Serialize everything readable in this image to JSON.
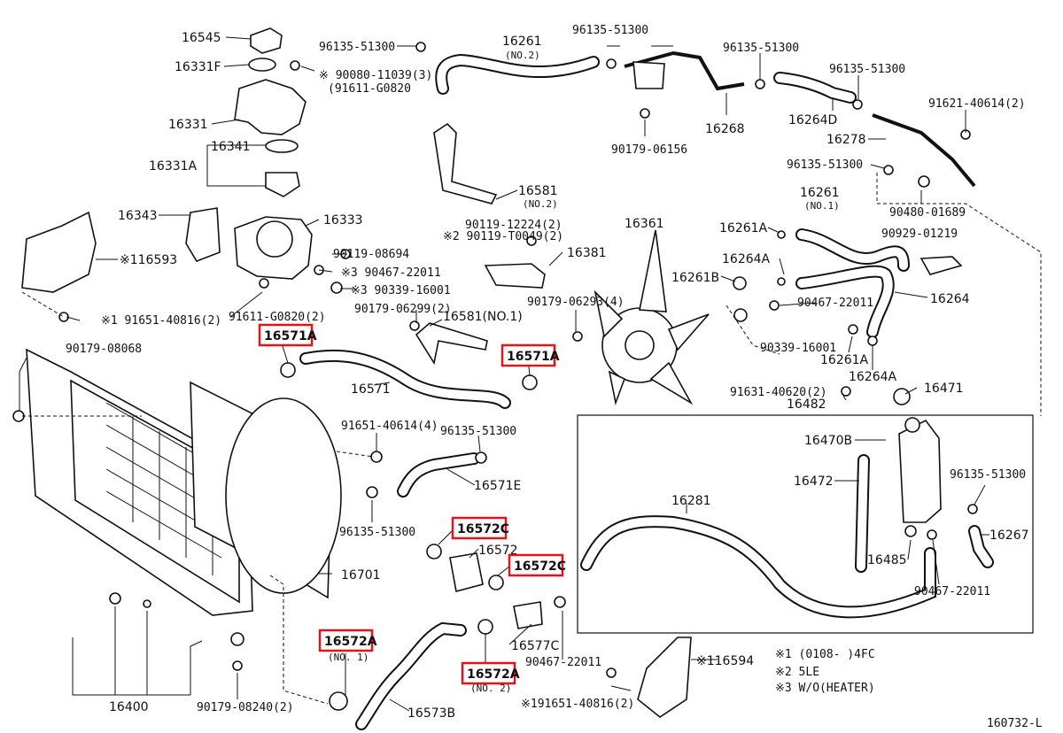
{
  "diagram_id": "160732-L",
  "labels": {
    "p16545": "16545",
    "p16331F": "16331F",
    "p16331": "16331",
    "p16331A": "16331A",
    "p16341": "16341",
    "p16343": "16343",
    "p116593": "※116593",
    "p16333": "16333",
    "p16400": "16400",
    "p16701": "16701",
    "p16571": "16571",
    "p16571E": "16571E",
    "p16573B": "16573B",
    "p16572": "16572",
    "p16577C": "16577C",
    "p16261_top": "16261",
    "p16261_top_no": "(NO.2)",
    "p16268": "16268",
    "p16264D": "16264D",
    "p16278": "16278",
    "p16581_no2": "16581",
    "p16581_no2_no": "(NO.2)",
    "p16381": "16381",
    "p16581_no1": "16581(NO.1)",
    "p16361": "16361",
    "p16261": "16261",
    "p16261_no1": "(NO.1)",
    "p16261A_top": "16261A",
    "p16264A_top": "16264A",
    "p16261B": "16261B",
    "p16264": "16264",
    "p16261A_bot": "16261A",
    "p16264A_bot": "16264A",
    "p16471": "16471",
    "p16482": "16482",
    "p16470B": "16470B",
    "p16472": "16472",
    "p16281": "16281",
    "p16485": "16485",
    "p16267": "16267",
    "p16594": "※116594",
    "b16571A_1": "16571A",
    "b16571A_2": "16571A",
    "b16572C_1": "16572C",
    "b16572C_2": "16572C",
    "b16572A_1": "16572A",
    "b16572A_1_no": "(NO. 1)",
    "b16572A_2": "16572A",
    "b16572A_2_no": "(NO. 2)",
    "n96135_1": "96135-51300",
    "n96135_2": "96135-51300",
    "n96135_3": "96135-51300",
    "n96135_4": "96135-51300",
    "n96135_5": "96135-51300",
    "n96135_6": "96135-51300",
    "n96135_7": "96135-51300",
    "n96135_8": "96135-51300",
    "n90080": "※  90080-11039(3)",
    "n91611a": "(91611-G0820",
    "n90179_06156": "90179-06156",
    "n91621": "91621-40614(2)",
    "n90480": "90480-01689",
    "n90929": "90929-01219",
    "n90119_12224": "90119-12224(2)",
    "n90119_t": "※2 90119-T0049(2)",
    "n90119_08694": "90119-08694",
    "n90467_1": "※3 90467-22011",
    "n90339_1": "※3 90339-16001",
    "n91651_1": "※1  91651-40816(2)",
    "n91611b": "91611-G0820(2)",
    "n90179_06299": "90179-06299(2)",
    "n90179_06293": "90179-06293(4)",
    "n90179_08068": "90179-08068",
    "n90467_2": "90467-22011",
    "n90339_2": "90339-16001",
    "n91631": "91631-40620(2)",
    "n91651_40614": "91651-40614(4)",
    "n90179_08240": "90179-08240(2)",
    "n90467_3": "90467-22011",
    "n90467_4": "90467-22011",
    "n91651_2": "※191651-40816(2)"
  },
  "legend": {
    "l1": "※1  (0108-       )4FC",
    "l2": "※2  5LE",
    "l3": "※3  W/O(HEATER)"
  },
  "colors": {
    "highlight": "#e0141b",
    "line": "#111111"
  }
}
